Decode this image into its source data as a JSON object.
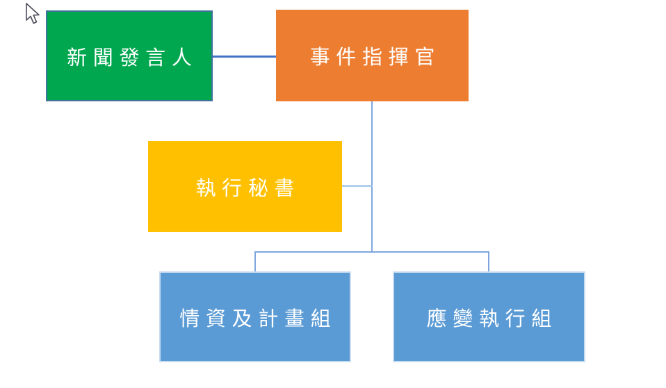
{
  "page": {
    "background": "#ffffff"
  },
  "cursor": {
    "icon": "arrow-pointer",
    "fill": "#ffffff",
    "outline": "#4a4a5a"
  },
  "org_chart": {
    "type": "org-tree",
    "nodes": [
      {
        "key": "news-spokesperson",
        "label": "新聞發言人",
        "fill": "#00a74f",
        "border_color": "#41719c",
        "text_color": "#ffffff"
      },
      {
        "key": "incident-commander",
        "label": "事件指揮官",
        "fill": "#ed7d31",
        "border_color": "#ed7d31",
        "text_color": "#ffffff"
      },
      {
        "key": "executive-secretary",
        "label": "執行秘書",
        "fill": "#ffc000",
        "border_color": "#ffc000",
        "text_color": "#ffffff"
      },
      {
        "key": "intel-planning",
        "label": "情資及計畫組",
        "fill": "#5b9bd5",
        "border_color": "#c9dcf0",
        "text_color": "#ffffff"
      },
      {
        "key": "response-execution",
        "label": "應變執行組",
        "fill": "#5b9bd5",
        "border_color": "#c9dcf0",
        "text_color": "#ffffff"
      }
    ],
    "edges": [
      {
        "from": "news-spokesperson",
        "to": "incident-commander",
        "color": "#4472c4"
      },
      {
        "from": "incident-commander",
        "to": "executive-secretary",
        "color": "#9dc3e6"
      },
      {
        "from": "incident-commander",
        "to": "subgroup-bar",
        "color": "#7ea6dc"
      },
      {
        "from": "subgroup-bar",
        "to": "intel-planning",
        "color": "#7ea6dc"
      },
      {
        "from": "subgroup-bar",
        "to": "response-execution",
        "color": "#7ea6dc"
      }
    ]
  }
}
